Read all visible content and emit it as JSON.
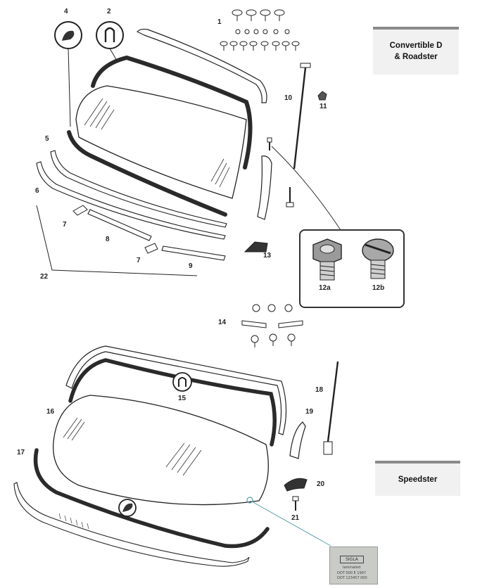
{
  "sections": {
    "top": {
      "line1": "Convertible D",
      "line2": "& Roadster"
    },
    "bottom": {
      "label": "Speedster"
    }
  },
  "callout": {
    "label_a": "12a",
    "label_b": "12b"
  },
  "stamp": {
    "brand": "SIGLA",
    "line1": "laminated",
    "line2": "DOT 000 E 1997",
    "line3": "DOT 123457 000"
  },
  "part_numbers": {
    "n1": "1",
    "n2": "2",
    "n4": "4",
    "n5": "5",
    "n6": "6",
    "n7a": "7",
    "n7b": "7",
    "n8": "8",
    "n9": "9",
    "n10": "10",
    "n11": "11",
    "n13": "13",
    "n14": "14",
    "n15": "15",
    "n16": "16",
    "n17": "17",
    "n18": "18",
    "n19": "19",
    "n20": "20",
    "n21": "21",
    "n22": "22"
  },
  "colors": {
    "line": "#222222",
    "seal": "#2a2a2a",
    "leader_blue": "#5aa0a8",
    "tag_bar": "#8a8a8a"
  }
}
